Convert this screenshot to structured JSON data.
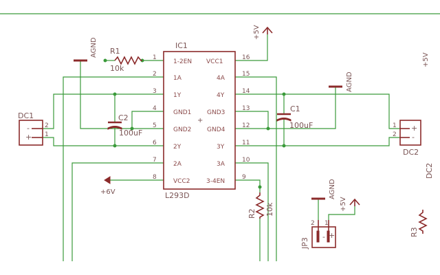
{
  "ic1": {
    "ref": "IC1",
    "value": "L293D",
    "left_pins": [
      {
        "num": "1",
        "name": "1-2EN"
      },
      {
        "num": "2",
        "name": "1A"
      },
      {
        "num": "3",
        "name": "1Y"
      },
      {
        "num": "4",
        "name": "GND1"
      },
      {
        "num": "5",
        "name": "GND2"
      },
      {
        "num": "6",
        "name": "2Y"
      },
      {
        "num": "7",
        "name": "2A"
      },
      {
        "num": "8",
        "name": "VCC2"
      }
    ],
    "right_pins": [
      {
        "num": "16",
        "name": "VCC1"
      },
      {
        "num": "15",
        "name": "4A"
      },
      {
        "num": "14",
        "name": "4Y"
      },
      {
        "num": "13",
        "name": "GND3"
      },
      {
        "num": "12",
        "name": "GND4"
      },
      {
        "num": "11",
        "name": "3Y"
      },
      {
        "num": "10",
        "name": "3A"
      },
      {
        "num": "9",
        "name": "3-4EN"
      }
    ],
    "center_mark": "+"
  },
  "r1": {
    "ref": "R1",
    "value": "10k"
  },
  "r2": {
    "ref": "R2",
    "value": "10k"
  },
  "r3": {
    "ref": "R3"
  },
  "c1": {
    "ref": "C1",
    "value": "100uF"
  },
  "c2": {
    "ref": "C2",
    "value": "100uF"
  },
  "dc1": {
    "ref": "DC1",
    "pin_top": "2",
    "pin_bottom": "1",
    "plus": "+",
    "minus": "-"
  },
  "dc2": {
    "ref": "DC2",
    "pin_top": "1",
    "pin_bottom": "2",
    "plus": "+",
    "minus": "-"
  },
  "dc_partial": "DC2",
  "jp3": {
    "ref": "JP3",
    "pin_left": "2",
    "pin_right": "1",
    "minus": "-",
    "plus": "+"
  },
  "supplies": {
    "p5v_top": "+5V",
    "p5v_jp3": "+5V",
    "p5v_partial": "+5V",
    "p6v": "+6V",
    "agnd_r1": "AGND",
    "agnd_c1": "AGND",
    "agnd_jp3": "AGND"
  },
  "colors": {
    "wire": "#3a9a3a",
    "part": "#8b2a2a",
    "text": "#7a5454"
  }
}
